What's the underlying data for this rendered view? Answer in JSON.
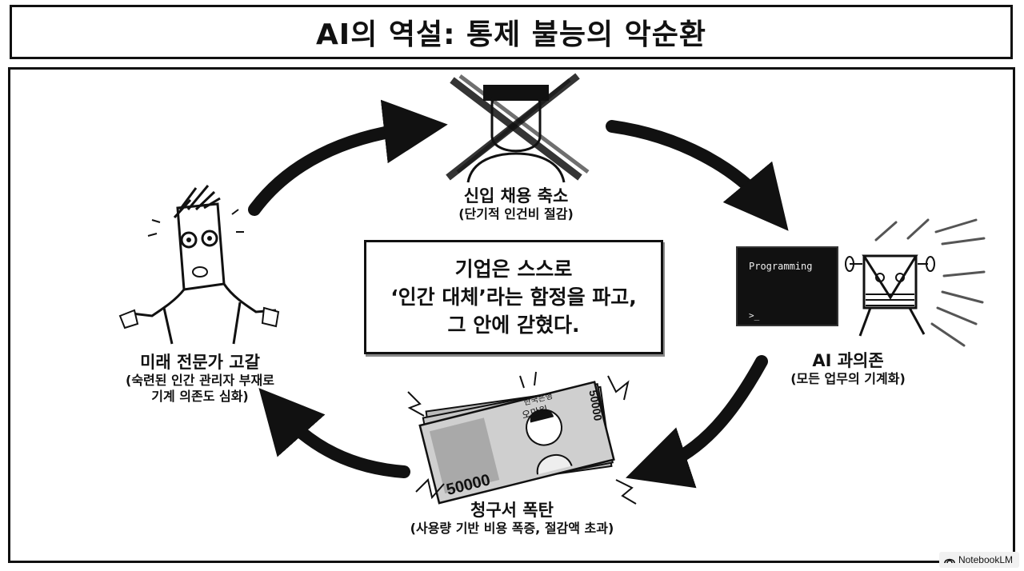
{
  "title": "AI의 역설: 통제 불능의 악순환",
  "nodes": {
    "hiring": {
      "label": "신입 채용 축소",
      "sublabel": "(단기적 인건비 절감)"
    },
    "ai_dependence": {
      "label": "AI 과의존",
      "sublabel": "(모든 업무의 기계화)"
    },
    "billing": {
      "label": "청구서 폭탄",
      "sublabel": "(사용량 기반 비용 폭증, 절감액 초과)"
    },
    "experts": {
      "label": "미래 전문가 고갈",
      "sublabel_line1": "(숙련된 인간 관리자 부재로",
      "sublabel_line2": "기계 의존도 심화)"
    }
  },
  "center": {
    "line1": "기업은 스스로",
    "line2": "‘인간 대체’라는 함정을 파고,",
    "line3": "그 안에 갇혔다."
  },
  "terminal": {
    "title": "Programming",
    "prompt": ">_"
  },
  "banknote": {
    "value_front": "50000",
    "value_back": "50000",
    "bank": "한국은행",
    "name": "오만원"
  },
  "branding": {
    "label": "NotebookLM"
  },
  "colors": {
    "ink": "#111111",
    "paper": "#ffffff",
    "banknote": "#cfcfcf"
  }
}
